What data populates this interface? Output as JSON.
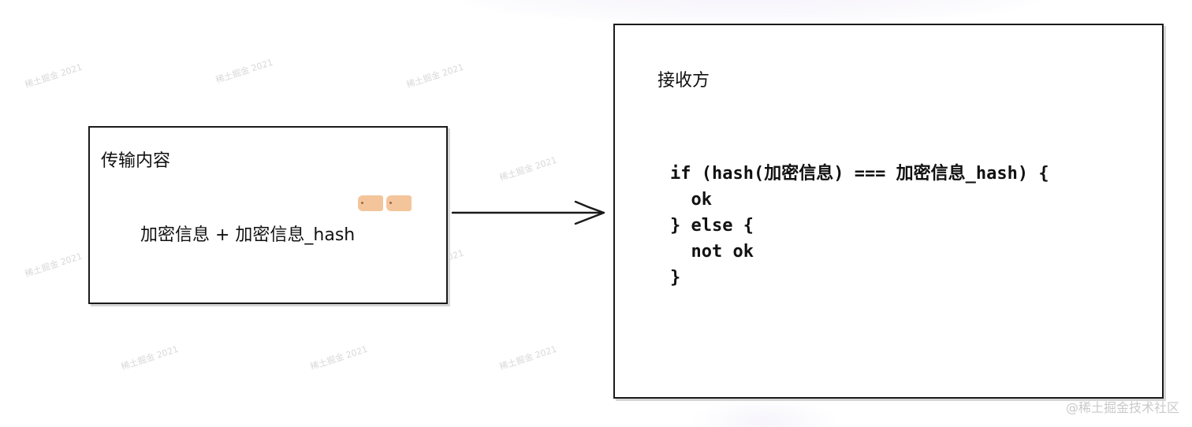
{
  "diagram": {
    "sender": {
      "title": "传输内容",
      "content": "加密信息 + 加密信息_hash"
    },
    "receiver": {
      "title": "接收方",
      "code_lines": [
        "if (hash(加密信息) === 加密信息_hash) {",
        "  ok",
        "} else {",
        "  not ok",
        "}"
      ]
    },
    "edges": [
      {
        "from": "sender",
        "to": "receiver"
      }
    ]
  },
  "watermark_text": "稀土掘金 2021",
  "footer_credit": "@稀土掘金技术社区",
  "colors": {
    "border": "#1a1a1a",
    "shadow": "#d6d6d6",
    "highlight": "#f4c59b",
    "watermark": "#d8d8d8"
  }
}
